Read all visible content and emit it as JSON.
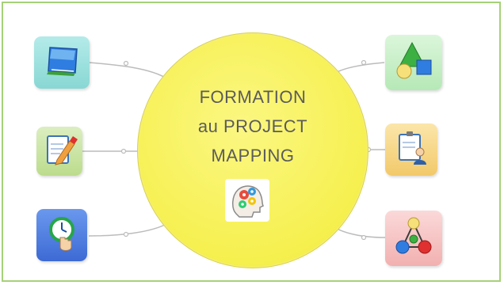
{
  "diagram": {
    "center": {
      "title": "FORMATION\nau PROJECT\nMAPPING",
      "icon": "head-gears-icon"
    },
    "nodes": [
      {
        "id": "left-top",
        "icon": "notebook-icon",
        "color": "#9ee0de"
      },
      {
        "id": "left-middle",
        "icon": "edit-document-icon",
        "color": "#cfe6a6"
      },
      {
        "id": "left-bottom",
        "icon": "clock-hand-icon",
        "color": "#4f7fe0"
      },
      {
        "id": "right-top",
        "icon": "shapes-icon",
        "color": "#c8efc8"
      },
      {
        "id": "right-middle",
        "icon": "presenter-board-icon",
        "color": "#f8dc90"
      },
      {
        "id": "right-bottom",
        "icon": "network-triangle-icon",
        "color": "#f7c6c6"
      }
    ],
    "colors": {
      "frame_border": "#a6d17a",
      "center_fill": "#f6f04f",
      "connector": "#bcbcbc"
    }
  }
}
